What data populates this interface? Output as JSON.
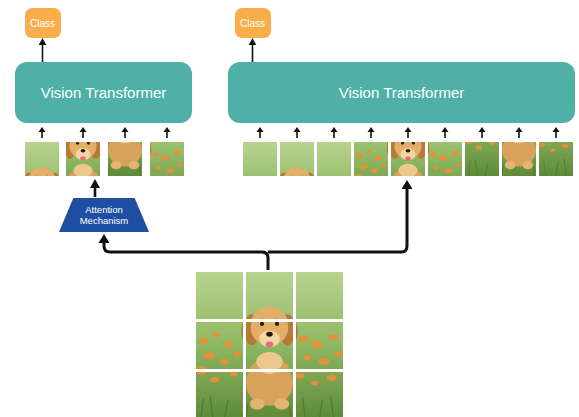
{
  "diagram": {
    "nodes": [
      {
        "text": [
          "Class"
        ]
      },
      {
        "text": [
          "Class"
        ]
      },
      {
        "text": [
          "Vision Transformer"
        ]
      },
      {
        "text": [
          "Vision Transformer"
        ]
      },
      {
        "text": [
          "Attention Mechanism"
        ]
      }
    ],
    "edges": [
      {
        "from": 2,
        "to": 0,
        "arrow": "to"
      },
      {
        "from": 3,
        "to": 1,
        "arrow": "to"
      }
    ]
  }
}
